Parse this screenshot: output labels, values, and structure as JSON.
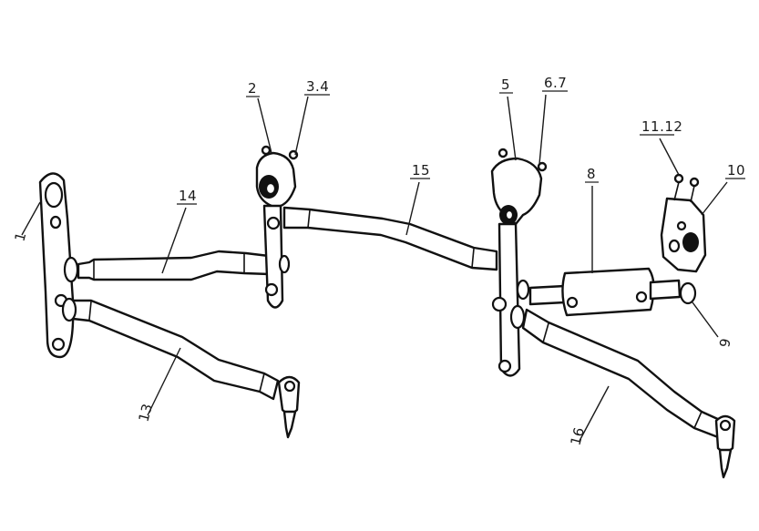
{
  "callouts": [
    {
      "id": "c1",
      "label": "1"
    },
    {
      "id": "c2",
      "label": "2"
    },
    {
      "id": "c34",
      "label": "3.4"
    },
    {
      "id": "c5",
      "label": "5"
    },
    {
      "id": "c67",
      "label": "6.7"
    },
    {
      "id": "c8",
      "label": "8"
    },
    {
      "id": "c9",
      "label": "9"
    },
    {
      "id": "c10",
      "label": "10"
    },
    {
      "id": "c1112",
      "label": "11.12"
    },
    {
      "id": "c13",
      "label": "13"
    },
    {
      "id": "c14",
      "label": "14"
    },
    {
      "id": "c15",
      "label": "15"
    },
    {
      "id": "c16",
      "label": "16"
    }
  ]
}
